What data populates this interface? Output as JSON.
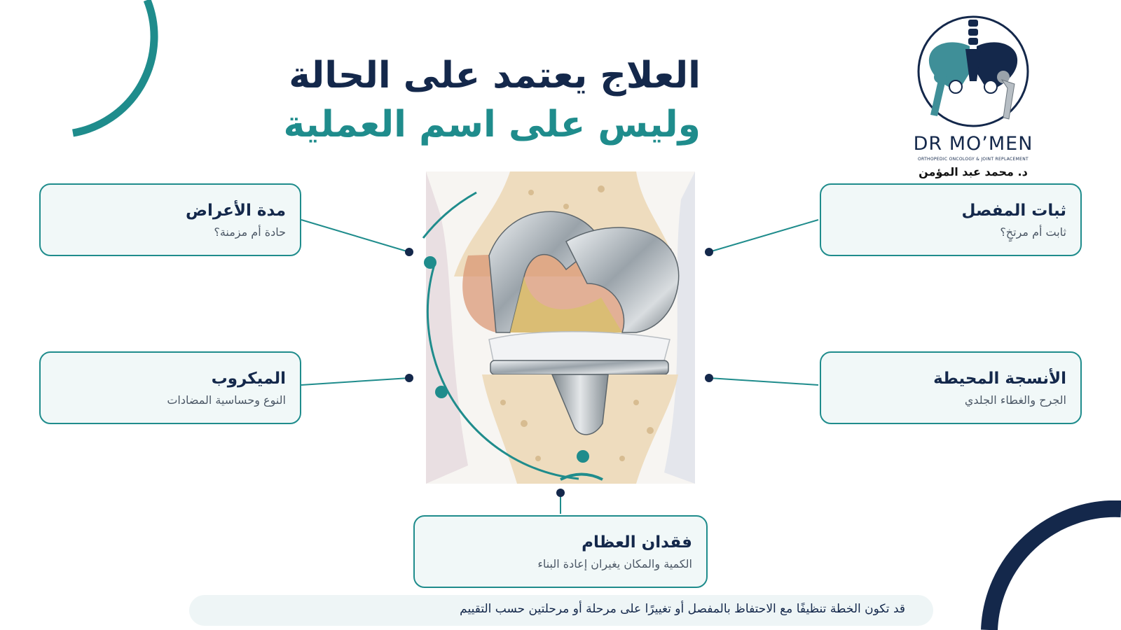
{
  "title": {
    "line1": "العلاج يعتمد على الحالة",
    "line2": "وليس على اسم العملية"
  },
  "logo": {
    "brand": "DR MO’MEN",
    "subtitle": "ORTHOPEDIC ONCOLOGY & JOINT REPLACEMENT",
    "arabic_name": "د. محمد عبد المؤمن",
    "icon": "pelvis-hip-implant-icon"
  },
  "cards": {
    "symptoms": {
      "title": "مدة الأعراض",
      "subtitle": "حادة أم مزمنة؟"
    },
    "stability": {
      "title": "ثبات المفصل",
      "subtitle": "ثابت أم مرتخٍ؟"
    },
    "microbe": {
      "title": "الميكروب",
      "subtitle": "النوع وحساسية المضادات"
    },
    "tissue": {
      "title": "الأنسجة المحيطة",
      "subtitle": "الجرح والغطاء الجلدي"
    },
    "bone": {
      "title": "فقدان العظام",
      "subtitle": "الكمية والمكان يغيران إعادة البناء"
    }
  },
  "footer": {
    "text": "قد تكون الخطة تنظيفًا مع الاحتفاظ بالمفصل أو تغييرًا على مرحلة أو مرحلتين حسب التقييم"
  },
  "illustration": {
    "icon": "knee-implant-illustration"
  },
  "colors": {
    "navy": "#14284b",
    "teal": "#1f8c8c",
    "card_bg": "#f1f8f8"
  }
}
